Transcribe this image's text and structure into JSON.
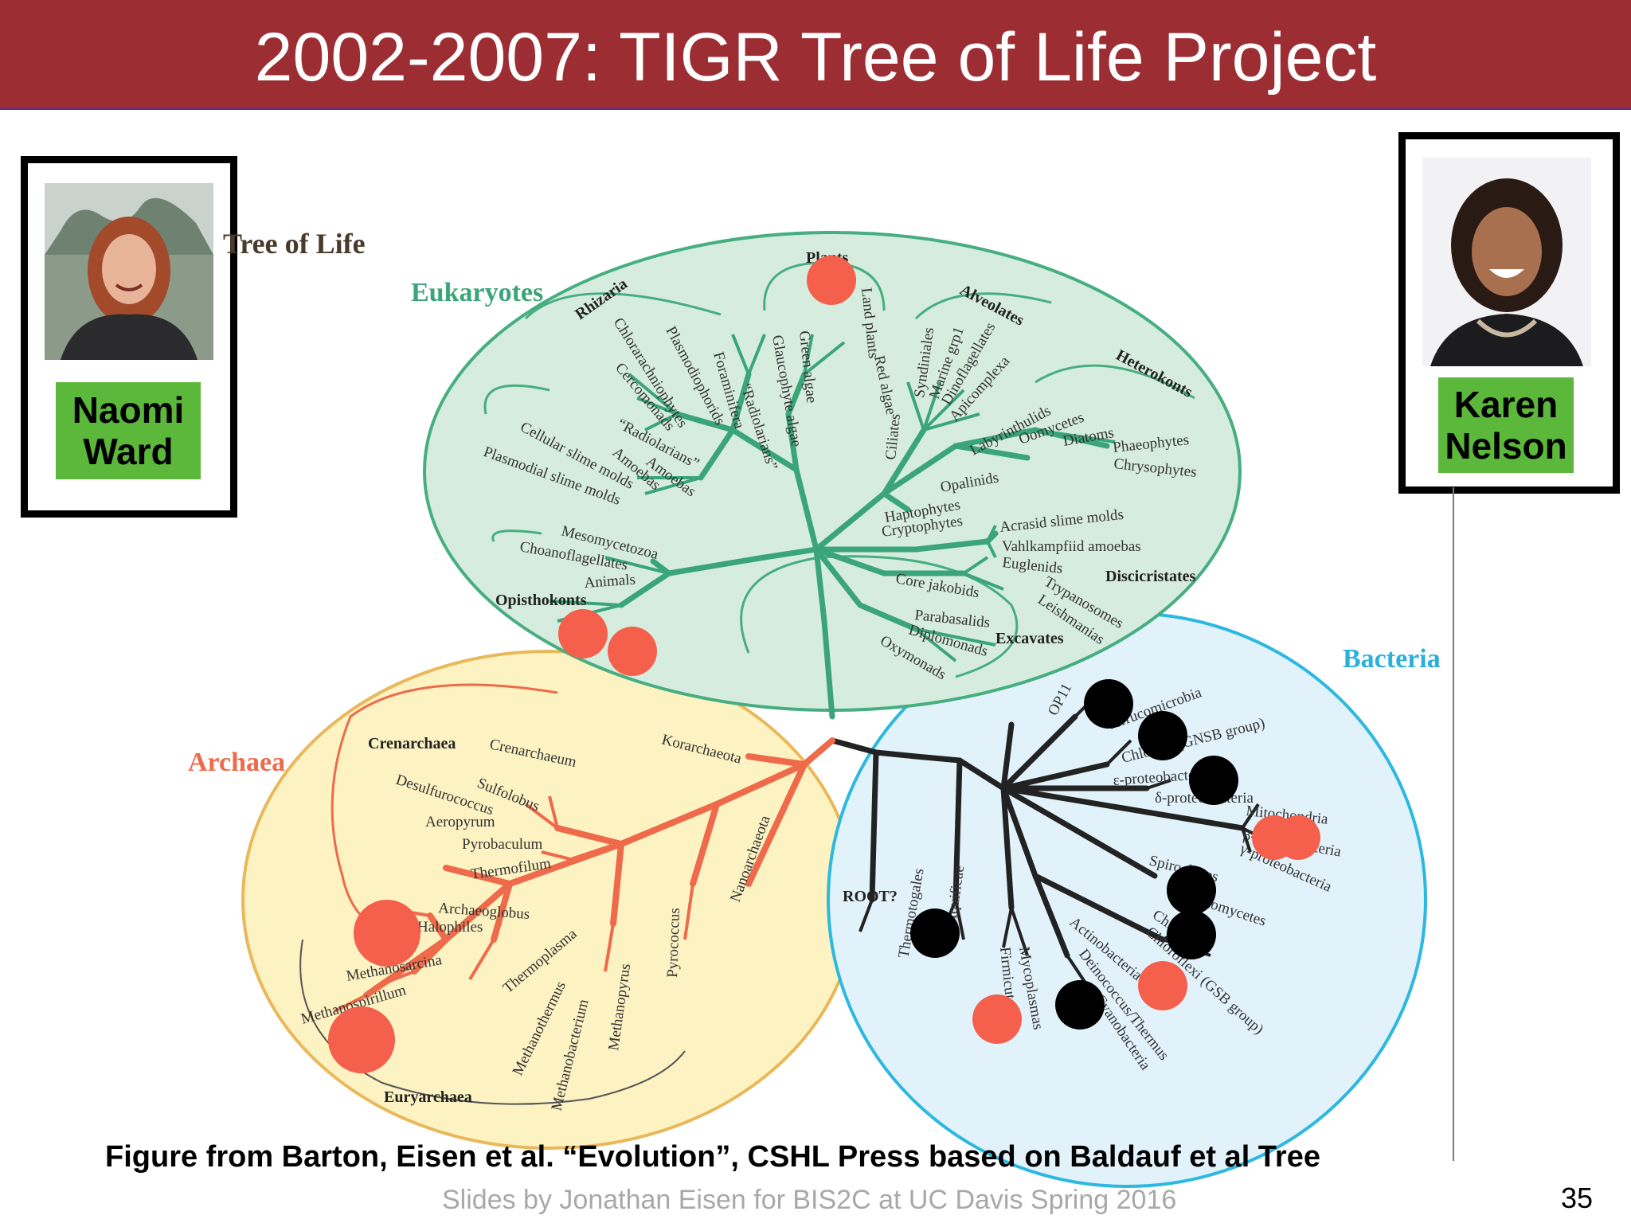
{
  "slide": {
    "title": "2002-2007: TIGR Tree of Life Project",
    "caption": "Figure from Barton, Eisen et al. “Evolution”, CSHL Press based on Baldauf et al Tree",
    "credit": "Slides by Jonathan Eisen for BIS2C at UC Davis Spring 2016",
    "page_number": "35"
  },
  "people": [
    {
      "name_line1": "Naomi",
      "name_line2": "Ward"
    },
    {
      "name_line1": "Karen",
      "name_line2": "Nelson"
    }
  ],
  "figure": {
    "heading": "Tree of Life",
    "domains": {
      "eukaryotes": "Eukaryotes",
      "bacteria": "Bacteria",
      "archaea": "Archaea"
    },
    "colors": {
      "eukaryotes": "#3aa57a",
      "bacteria": "#222222",
      "archaea": "#ee6a4a",
      "red_dot": "#f4604c",
      "black_dot": "#000000"
    },
    "root_label": "ROOT?",
    "eukaryote_groups": [
      "Rhizaria",
      "Plants",
      "Alveolates",
      "Heterokonts",
      "Discicristates",
      "Excavates",
      "Opisthokonts"
    ],
    "eukaryote_taxa": [
      "Chlorarachniophytes",
      "Cercomonads",
      "“Radiolarians”",
      "Plasmodiophorids",
      "Foraminifera",
      "“Radiolarians”",
      "Glaucophyte algae",
      "Green algae",
      "Land plants",
      "Red algae",
      "Ciliates",
      "Syndiniales",
      "Marine grp1",
      "Dinoflagellates",
      "Apicomplexa",
      "Labyrinthulids",
      "Oomycetes",
      "Diatoms",
      "Phaeophytes",
      "Chrysophytes",
      "Opalinids",
      "Haptophytes",
      "Cryptophytes",
      "Acrasid slime molds",
      "Vahlkampfiid amoebas",
      "Euglenids",
      "Trypanosomes",
      "Leishmanias",
      "Core jakobids",
      "Parabasalids",
      "Diplomonads",
      "Oxymonads",
      "Cellular slime molds",
      "Plasmodial slime molds",
      "Amoebas",
      "Amoebas",
      "Mesomycetozoa",
      "Choanoflagellates",
      "Animals"
    ],
    "bacteria_taxa": [
      "OP11",
      "Verrucomicrobia",
      "Chlorobi (GNSB group)",
      "ε-proteobacteria",
      "δ-proteobacteria",
      "Mitochondria",
      "β-proteobacteria",
      "γ-proteobacteria",
      "Spirochetes",
      "Planctomycetes",
      "Chlamydia",
      "Chloroflexi (GSB group)",
      "Actinobacteria",
      "Deinococcus/Thermus",
      "Cyanobacteria",
      "Mycoplasmas",
      "Firmicutes",
      "Thermotogales",
      "Aquificae"
    ],
    "archaea_groups": [
      "Crenarchaea",
      "Euryarchaea"
    ],
    "archaea_taxa": [
      "Crenarchaeum",
      "Korarchaeota",
      "Sulfolobus",
      "Desulfurococcus",
      "Aeropyrum",
      "Pyrobaculum",
      "Thermofilum",
      "Archaeoglobus",
      "Halophiles",
      "Methanosarcina",
      "Methanospirillum",
      "Thermoplasma",
      "Methanothermus",
      "Methanobacterium",
      "Methanopyrus",
      "Pyrococcus",
      "Nanoarchaeota"
    ]
  }
}
